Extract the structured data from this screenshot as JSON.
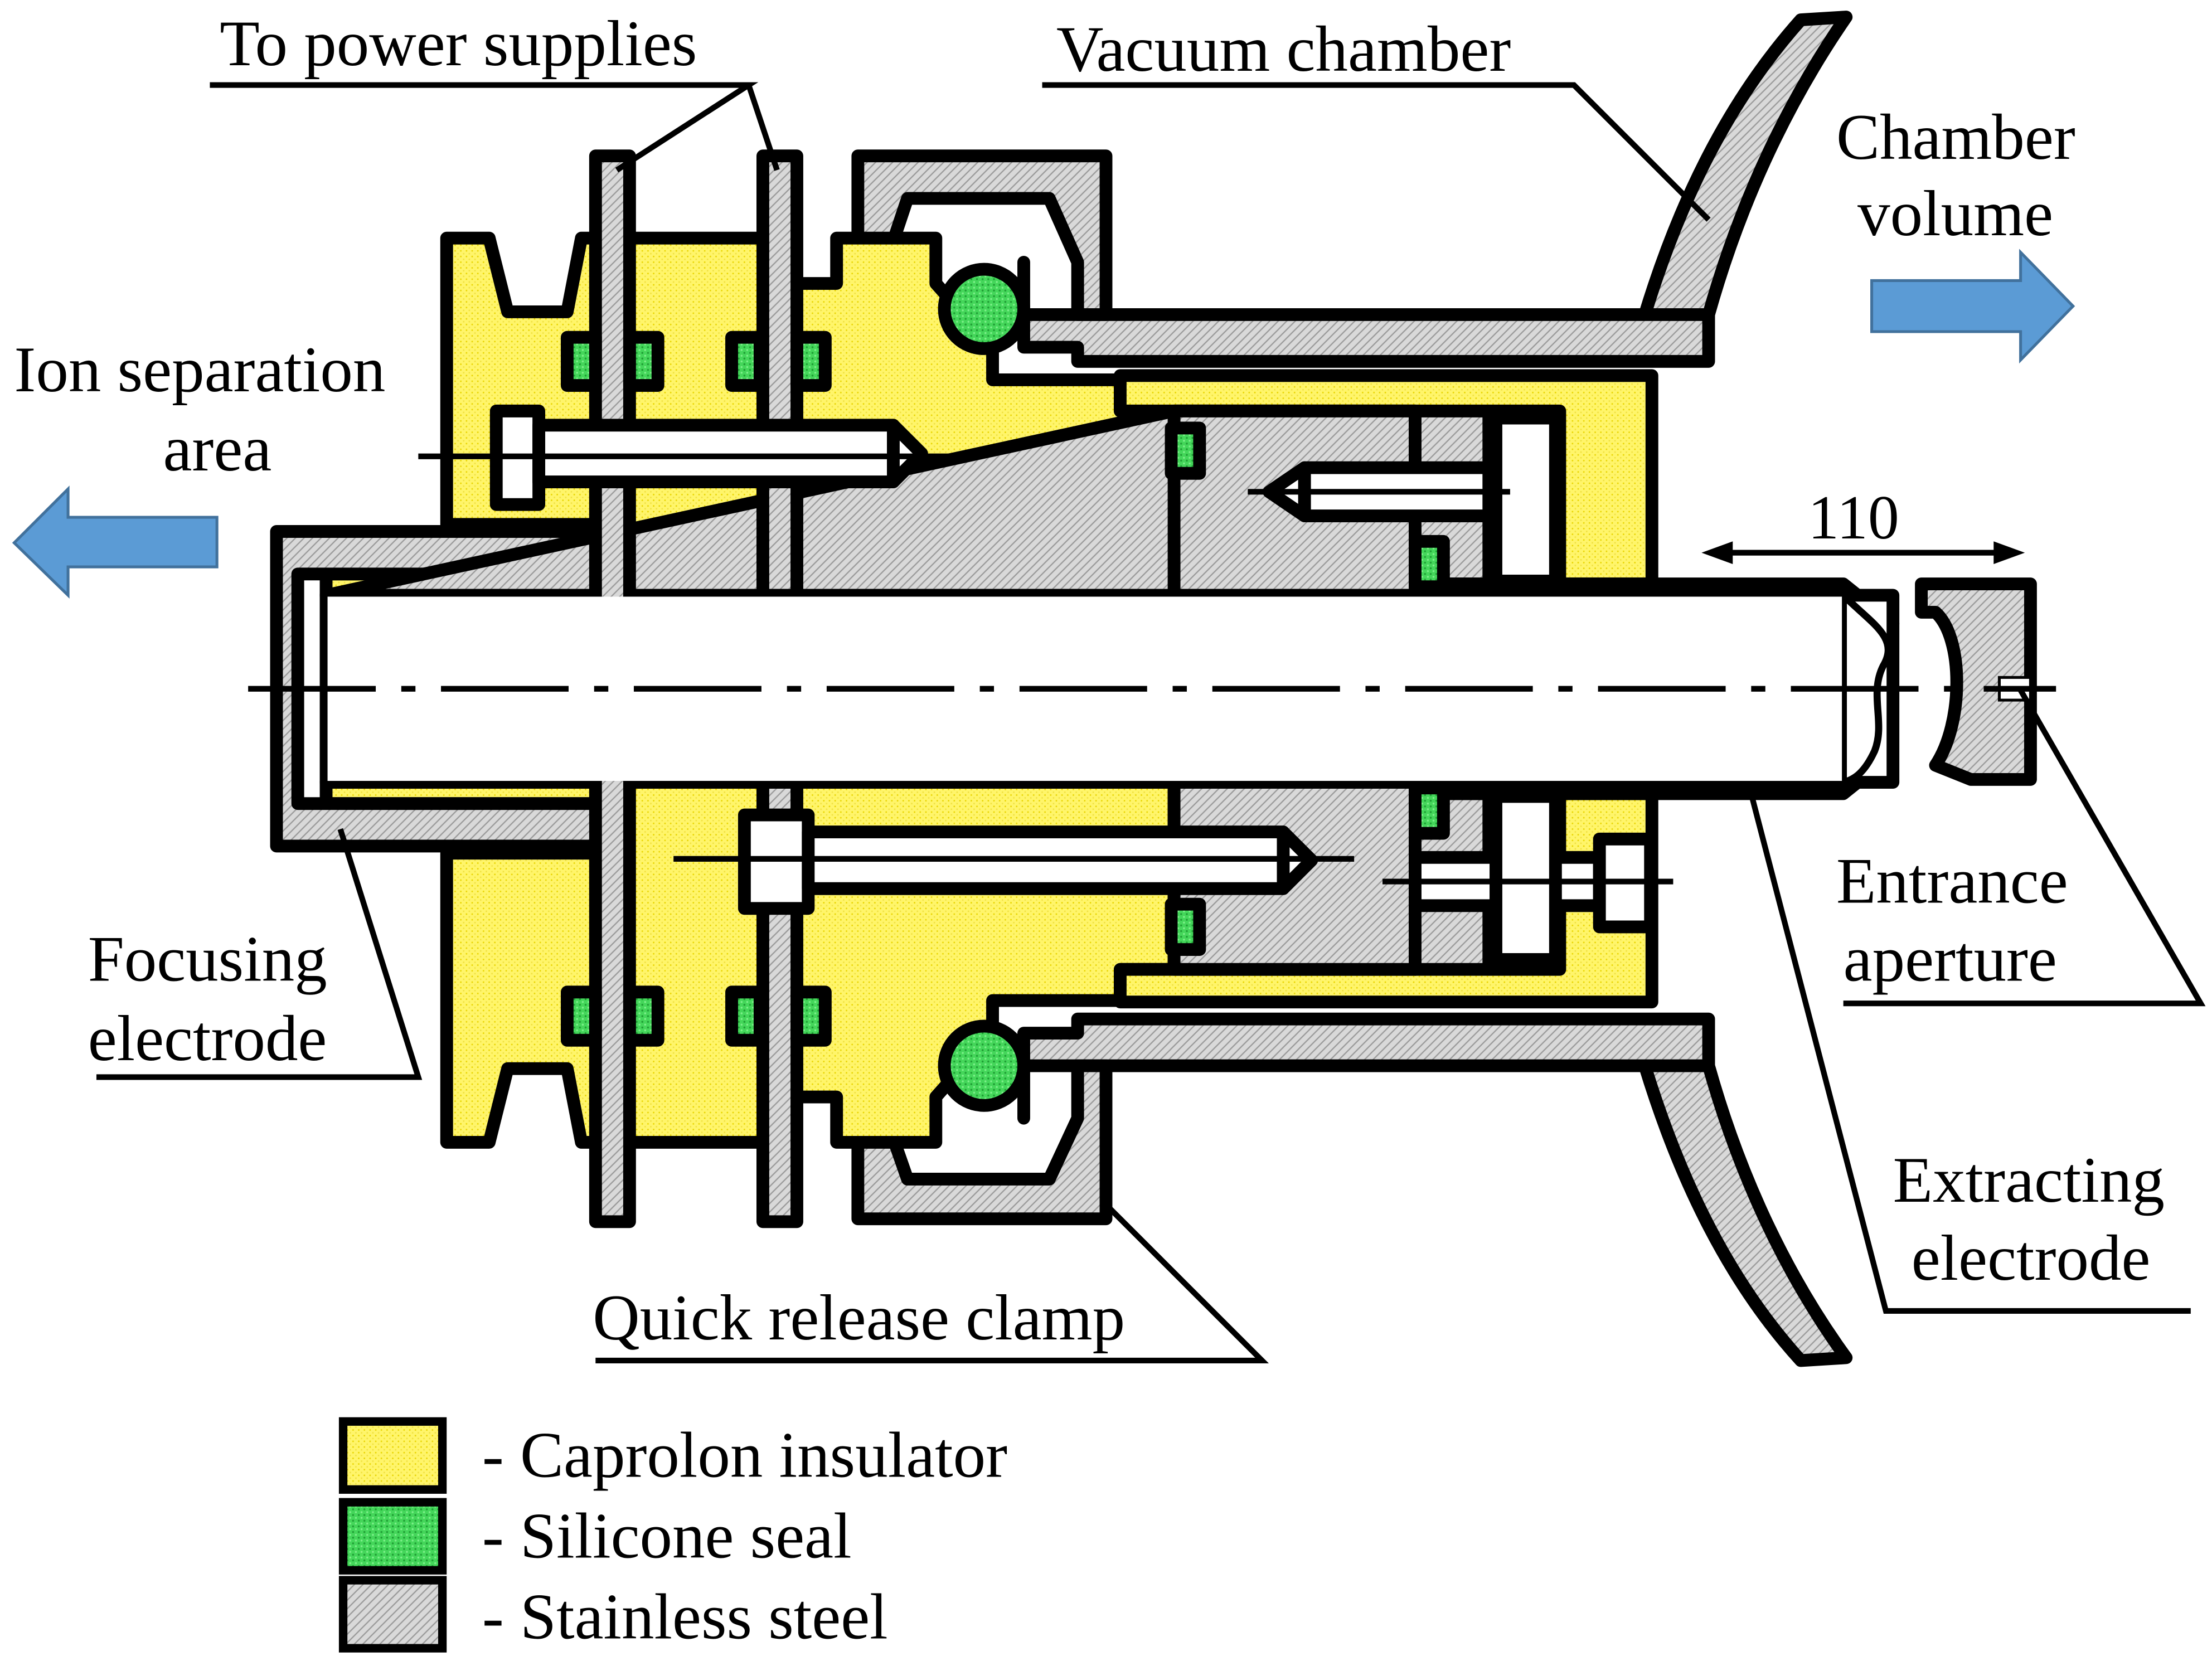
{
  "labels": {
    "to_power_supplies": "To power supplies",
    "vacuum_chamber": "Vacuum chamber",
    "chamber_volume_line1": "Chamber",
    "chamber_volume_line2": "volume",
    "ion_separation_line1": "Ion separation",
    "ion_separation_line2": "area",
    "focusing_electrode_line1": "Focusing",
    "focusing_electrode_line2": "electrode",
    "entrance_aperture_line1": "Entrance",
    "entrance_aperture_line2": "aperture",
    "extracting_electrode_line1": "Extracting",
    "extracting_electrode_line2": "electrode",
    "quick_release_clamp": "Quick release clamp"
  },
  "dimension": {
    "value": "110"
  },
  "legend": [
    {
      "text": "- Caprolon insulator",
      "material": "caprolon"
    },
    {
      "text": "- Silicone seal",
      "material": "silicone"
    },
    {
      "text": "- Stainless steel",
      "material": "steel"
    }
  ],
  "colors": {
    "caprolon": "#fff56a",
    "silicone": "#33d24a",
    "steel": "#d3d3d3",
    "arrow": "#5b9bd5",
    "outline": "#000000"
  }
}
